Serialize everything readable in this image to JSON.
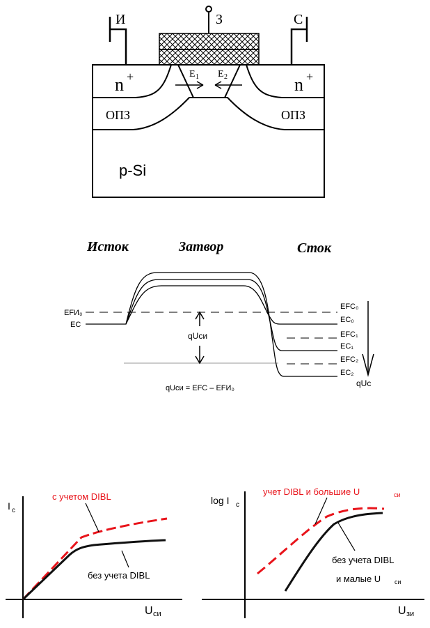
{
  "mosfet": {
    "source_label": "И",
    "gate_label": "З",
    "drain_label": "С",
    "n_plus_left": "n",
    "n_plus_right": "n",
    "plus_sign": "+",
    "e1_base": "E",
    "e1_sub": "1",
    "e2_base": "E",
    "e2_sub": "2",
    "depletion_left": "ОПЗ",
    "depletion_right": "ОПЗ",
    "substrate": "p-Si"
  },
  "band": {
    "title_source": "Исток",
    "title_gate": "Затвор",
    "title_drain": "Сток",
    "ef_source": "EFИ₀",
    "ec_source": "EC",
    "ef_c0": "EFC₀",
    "ec_c0": "EC₀",
    "ef_c1": "EFC₁",
    "ec_c1": "EC₁",
    "ef_c2": "EFC₂",
    "ec_c2": "EC₂",
    "q_u_si": "qUси",
    "q_u_c": "qUc",
    "formula": "qUси = EFC – EFИ₀"
  },
  "chart_data": [
    {
      "type": "line",
      "ylabel": "I",
      "ylabel_sub": "c",
      "xlabel": "U",
      "xlabel_sub": "си",
      "series": [
        {
          "name": "с учетом DIBL",
          "style": "dashed",
          "color": "#e8141b"
        },
        {
          "name": "без учета DIBL",
          "style": "solid",
          "color": "#111111"
        }
      ]
    },
    {
      "type": "line",
      "ylabel": "log I",
      "ylabel_sub": "c",
      "xlabel": "U",
      "xlabel_sub": "зи",
      "series": [
        {
          "name": "учет DIBL и большие U",
          "name_sub": "си",
          "style": "dashed",
          "color": "#e8141b"
        },
        {
          "name": "без учета DIBL",
          "name_line2": "и малые U",
          "name_line2_sub": "си",
          "style": "solid",
          "color": "#111111"
        }
      ]
    }
  ]
}
